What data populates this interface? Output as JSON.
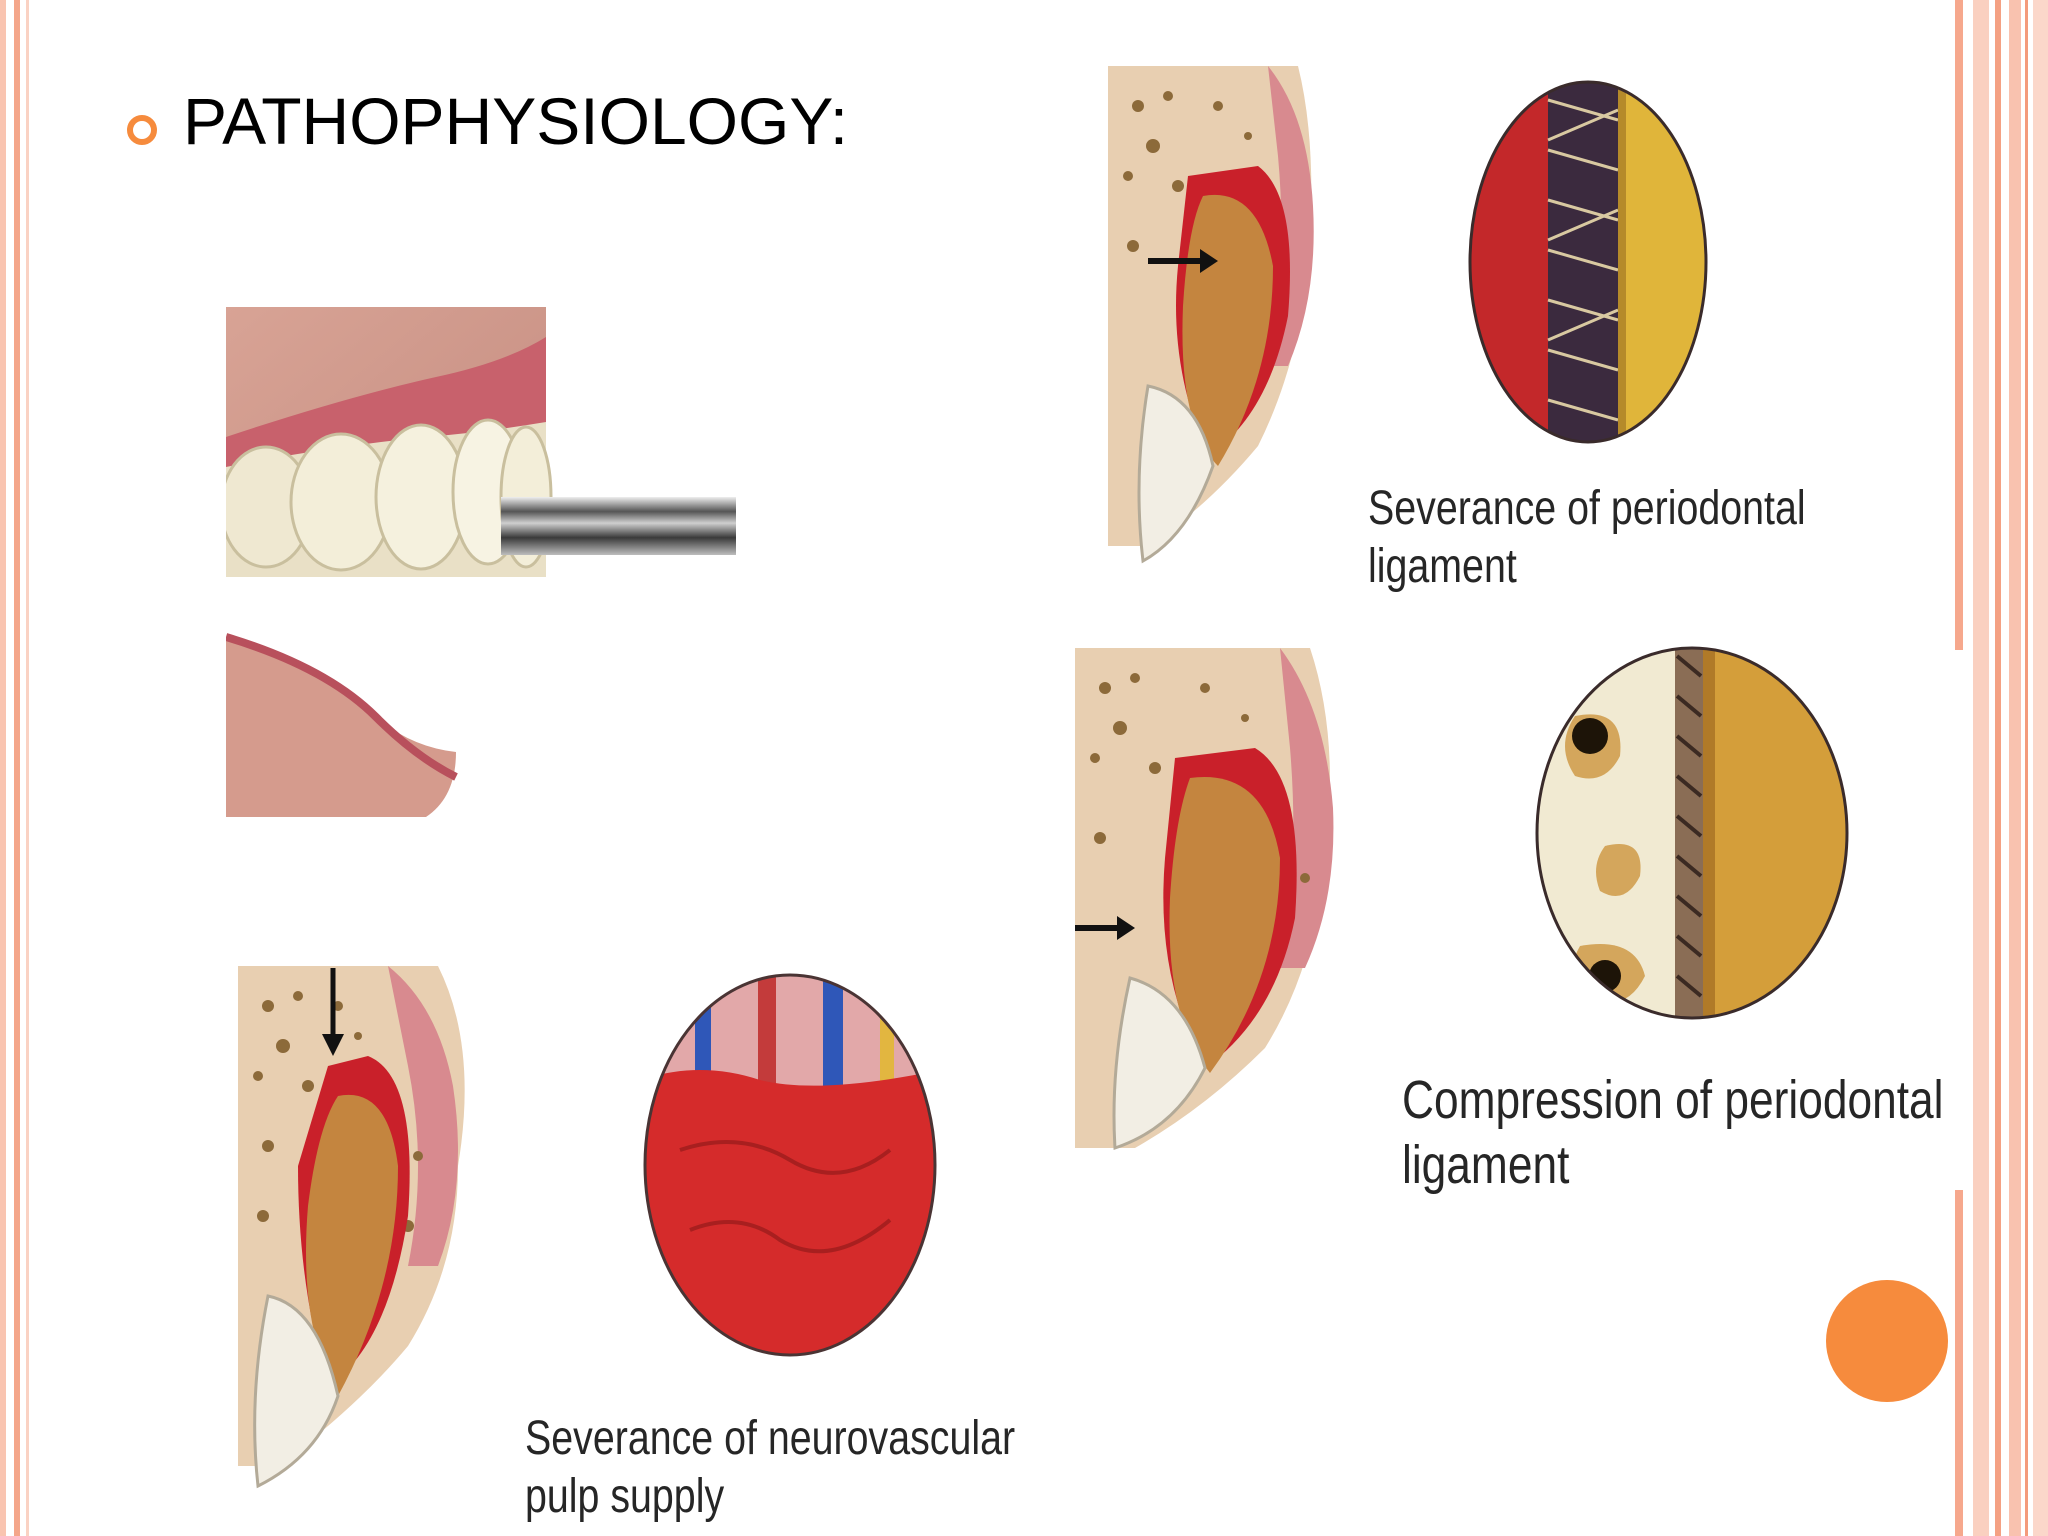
{
  "slide": {
    "title": "PATHOPHYSIOLOGY:",
    "colors": {
      "accent": "#F68B3D",
      "border": "#F9B9A1",
      "text": "#000000"
    },
    "figures": [
      {
        "id": "lip-impact",
        "description_icon": "tooth-impact-illustration"
      }
    ],
    "captions": {
      "severance_periodontal": {
        "line1": "Severance of periodontal",
        "line2": "ligament"
      },
      "compression_periodontal": {
        "line1": "Compression of periodontal",
        "line2": "ligament"
      },
      "severance_neurovascular": {
        "line1": "Severance of neurovascular",
        "line2": "pulp supply"
      }
    }
  }
}
